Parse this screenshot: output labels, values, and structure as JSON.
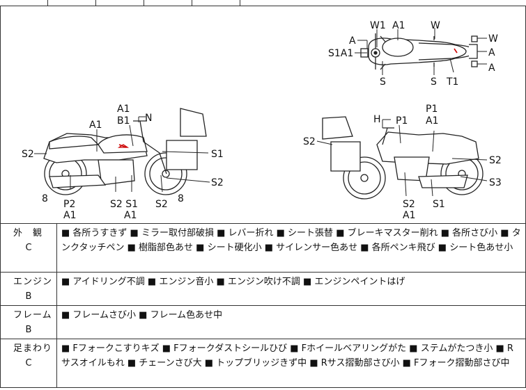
{
  "diagram": {
    "labels": {
      "top_a_left": "A",
      "top_w1": "W1",
      "top_a1": "A1",
      "top_w": "W",
      "top_s1a1": "S1A1",
      "top_s_left": "S",
      "top_s_right": "S",
      "top_t1": "T1",
      "top_w_right": "W",
      "top_a_right1": "A",
      "top_a_right2": "A",
      "left_a1b1": "A1\nB1",
      "left_n": "N",
      "left_a1": "A1",
      "left_s2": "S2",
      "left_s1": "S1",
      "left_s2_right": "S2",
      "left_8a": "8",
      "left_8b": "8",
      "left_p2a1": "P2\nA1",
      "left_s2s1": "S2 S1",
      "left_a1_bottom": "A1",
      "left_s2_bottom": "S2",
      "right_h": "H",
      "right_p1": "P1",
      "right_p1a1": "P1\nA1",
      "right_s2_left": "S2",
      "right_s2": "S2",
      "right_s3": "S3",
      "right_s2a1": "S2\nA1",
      "right_s1": "S1"
    }
  },
  "conditions": [
    {
      "category": "外　観",
      "grade": "C",
      "items": [
        "各所うすきず",
        "ミラー取付部破損",
        "レバー折れ",
        "シート張替",
        "ブレーキマスター削れ",
        "各所さび小",
        "タンクタッチペン",
        "樹脂部色あせ",
        "シート硬化小",
        "サイレンサー色あせ",
        "各所ペンキ飛び",
        "シート色あせ小"
      ],
      "text": "■ 各所うすきず ■ ミラー取付部破損 ■ レバー折れ ■ シート張替 ■ ブレーキマスター削れ ■ 各所さび小 ■ タンクタッチペン ■ 樹脂部色あせ ■ シート硬化小 ■ サイレンサー色あせ ■ 各所ペンキ飛び ■ シート色あせ小"
    },
    {
      "category": "エンジン",
      "grade": "B",
      "text": "■ アイドリング不調 ■ エンジン音小 ■ エンジン吹け不調 ■ エンジンペイントはげ"
    },
    {
      "category": "フレーム",
      "grade": "B",
      "text": "■ フレームさび小 ■ フレーム色あせ中"
    },
    {
      "category": "足まわり",
      "grade": "C",
      "text": "■ Fフォークこすりキズ ■ Fフォークダストシールひび ■ Fホイールベアリングがた ■ ステムがたつき小 ■ Rサスオイルもれ ■ チェーンさび大 ■ トップブリッジきず中 ■ Rサス摺動部さび小 ■ Fフォーク摺動部さび中"
    }
  ]
}
